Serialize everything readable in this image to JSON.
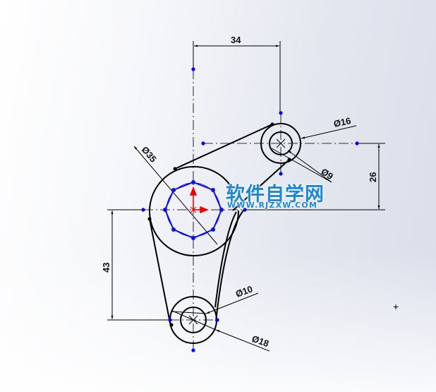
{
  "drawing": {
    "type": "2D sketch",
    "dimensions": {
      "horizontal_distance": "34",
      "vertical_distance_right": "26",
      "vertical_distance_left": "43",
      "main_circle_diameter": "Ø35",
      "top_circle_outer_diameter": "Ø16",
      "top_circle_inner_diameter": "Ø9",
      "bottom_circle_inner_diameter": "Ø10",
      "bottom_circle_outer_diameter": "Ø18"
    },
    "polygon": {
      "sides": 8,
      "color": "#1010e0"
    },
    "colors": {
      "line": "#000000",
      "centerline": "#555555",
      "point": "#0000ff",
      "origin": "#ff0000",
      "polygon": "#1010e0"
    }
  },
  "watermark": {
    "title": "软件自学网",
    "url": "WWW.RJZXW.COM",
    "color": "#1c86d6"
  },
  "cursor": {
    "symbol": "+"
  }
}
